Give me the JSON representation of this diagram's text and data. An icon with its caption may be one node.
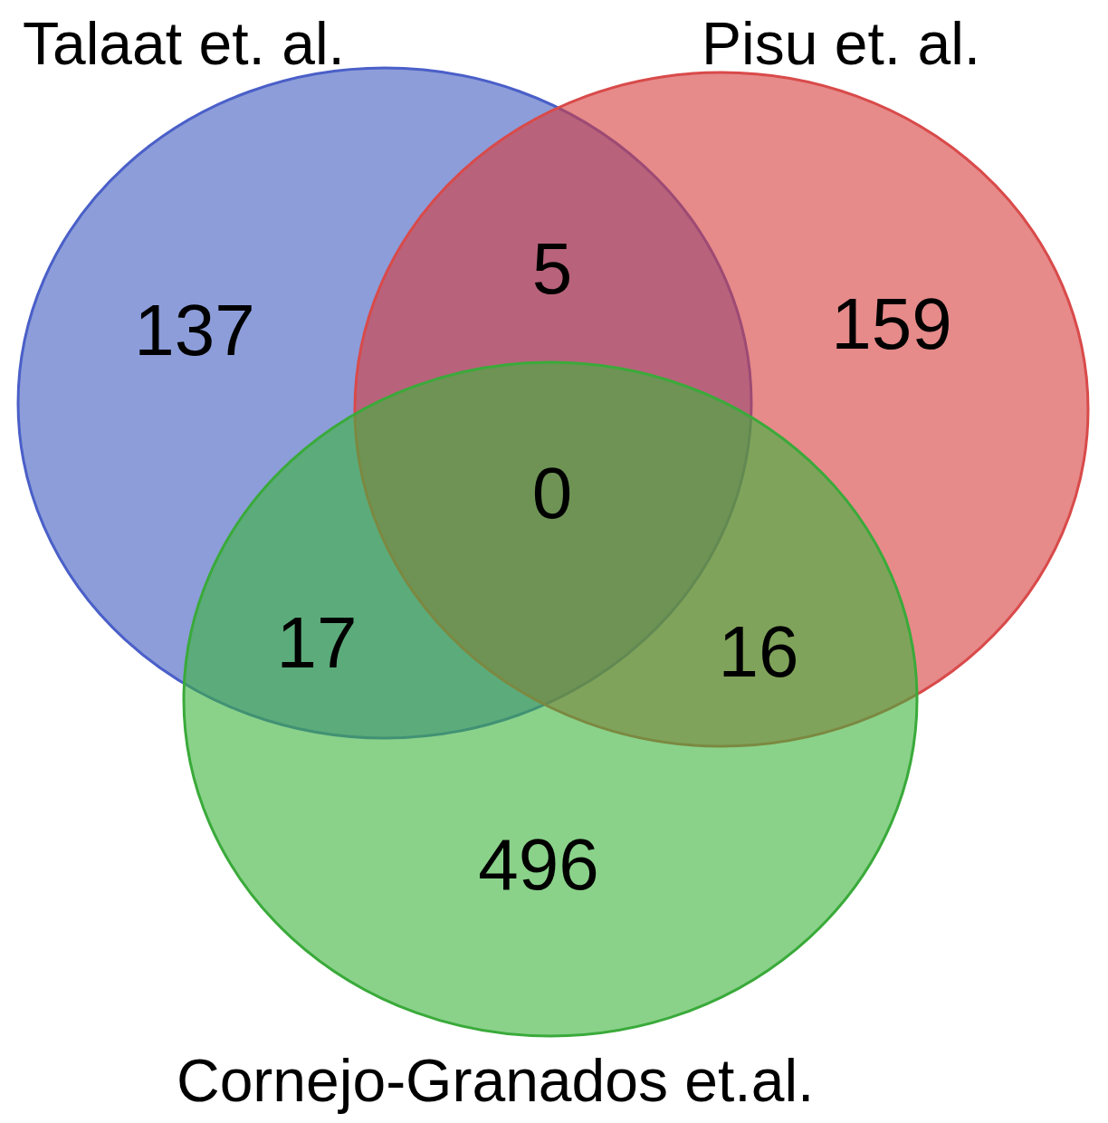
{
  "diagram": {
    "nodes": [
      {
        "text": [
          "Talaat et. al."
        ]
      },
      {
        "text": [
          "Pisu et. al."
        ]
      },
      {
        "text": [
          "Cornejo-Granados et.al."
        ]
      }
    ],
    "labels": [
      "5",
      "137",
      "159",
      "0",
      "17",
      "16",
      "496"
    ]
  }
}
